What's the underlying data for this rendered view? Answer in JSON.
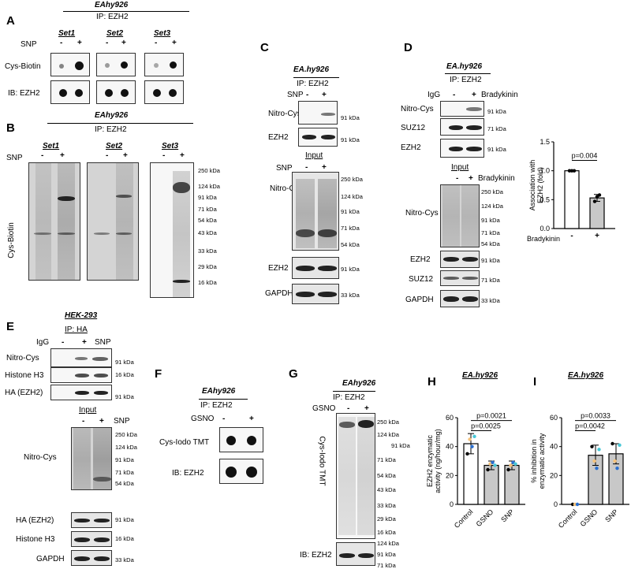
{
  "panels": {
    "A": {
      "letter": "A",
      "cell": "EAhy926",
      "ip": "IP:  EZH2",
      "treat": "SNP",
      "sets": [
        "Set1",
        "Set2",
        "Set3"
      ],
      "signs": [
        "-",
        "+"
      ],
      "rows": [
        "Cys-Biotin",
        "IB: EZH2"
      ]
    },
    "B": {
      "letter": "B",
      "cell": "EAhy926",
      "ip": "IP:  EZH2",
      "treat": "SNP",
      "sets": [
        "Set1",
        "Set2",
        "Set3"
      ],
      "signs": [
        "-",
        "+"
      ],
      "ylabel": "Cys-Biotin",
      "markers": [
        "250 kDa",
        "124 kDa",
        "91 kDa",
        "71 kDa",
        "54 kDa",
        "43 kDa",
        "33 kDa",
        "29 kDa",
        "16 kDa"
      ]
    },
    "C": {
      "letter": "C",
      "cell": "EA.hy926",
      "ip": "IP: EZH2",
      "treat": "SNP",
      "signs": [
        "-",
        "+"
      ],
      "rows": [
        "Nitro-Cys",
        "EZH2"
      ],
      "row_mw": [
        "91 kDa",
        "91 kDa"
      ],
      "input": "Input",
      "input_rows": [
        "Nitro-Cys",
        "EZH2",
        "GAPDH"
      ],
      "input_markers": [
        "250 kDa",
        "124 kDa",
        "91 kDa",
        "71 kDa",
        "54 kDa"
      ],
      "ezh2_mw": "91 kDa",
      "gapdh_mw": "33 kDa"
    },
    "D": {
      "letter": "D",
      "cell": "EA.hy926",
      "ip": "IP:  EZH2",
      "lanes": [
        "IgG",
        "-",
        "+"
      ],
      "treat": "Bradykinin",
      "rows": [
        "Nitro-Cys",
        "SUZ12",
        "EZH2"
      ],
      "row_mw": [
        "91 kDa",
        "71 kDa",
        "91 kDa"
      ],
      "input": "Input",
      "input_signs": [
        "-",
        "+"
      ],
      "input_rows": [
        "Nitro-Cys",
        "EZH2",
        "SUZ12",
        "GAPDH"
      ],
      "input_markers": [
        "250 kDa",
        "124 kDa",
        "91 kDa",
        "71 kDa",
        "54 kDa"
      ],
      "ezh2_mw": "91 kDa",
      "suz12_mw": "71 kDa",
      "gapdh_mw": "33 kDa"
    },
    "E": {
      "letter": "E",
      "cell": "HEK-293",
      "ip": "IP: HA",
      "lanes": [
        "IgG",
        "-",
        "+"
      ],
      "treat": "SNP",
      "rows": [
        "Nitro-Cys",
        "Histone H3",
        "HA (EZH2)"
      ],
      "row_mw": [
        "91 kDa",
        "16 kDa",
        "91 kDa"
      ],
      "input": "Input",
      "input_signs": [
        "-",
        "+"
      ],
      "input_rows": [
        "Nitro-Cys",
        "HA (EZH2)",
        "Histone H3",
        "GAPDH"
      ],
      "input_markers": [
        "250 kDa",
        "124 kDa",
        "91 kDa",
        "71 kDa",
        "54 kDa"
      ],
      "ha_mw": "91 kDa",
      "h3_mw": "16 kDa",
      "gapdh_mw": "33 kDa"
    },
    "F": {
      "letter": "F",
      "cell": "EAhy926",
      "ip": "IP:  EZH2",
      "treat": "GSNO",
      "signs": [
        "-",
        "+"
      ],
      "rows": [
        "Cys-Iodo TMT",
        "IB: EZH2"
      ]
    },
    "G": {
      "letter": "G",
      "cell": "EAhy926",
      "ip": "IP:  EZH2",
      "treat": "GSNO",
      "signs": [
        "-",
        "+"
      ],
      "ylabel": "Cys-Iodo TMT",
      "markers": [
        "250 kDa",
        "124 kDa",
        "91 kDa",
        "71 kDa",
        "54 kDa",
        "43 kDa",
        "33 kDa",
        "29 kDa",
        "16 kDa"
      ],
      "ib": "IB: EZH2",
      "ib_markers": [
        "124 kDa",
        "91 kDa",
        "71 kDa"
      ]
    },
    "H": {
      "letter": "H",
      "cell": "EA.hy926",
      "p1": "p=0.0021",
      "p2": "p=0.0025"
    },
    "I": {
      "letter": "I",
      "cell": "EA.hy926",
      "p1": "p=0.0033",
      "p2": "p=0.0042"
    }
  },
  "chart_data": [
    {
      "id": "D-inset",
      "type": "bar",
      "categories": [
        "-",
        "+"
      ],
      "xlabel": "Bradykinin",
      "ylabel": "Association with EZH2 (fold)",
      "ylim": [
        0,
        1.5
      ],
      "yticks": [
        "0.0",
        "0.5",
        "1.0",
        "1.5"
      ],
      "values": [
        1.0,
        0.53
      ],
      "errors": [
        0.0,
        0.06
      ],
      "points": [
        [
          1.0,
          1.0,
          1.0
        ],
        [
          0.47,
          0.55,
          0.58
        ]
      ],
      "annotation": "p=0.004"
    },
    {
      "id": "H",
      "type": "bar",
      "categories": [
        "Control",
        "GSNO",
        "SNP"
      ],
      "ylabel": "EZH2 enzymatic activity (ng/hour/mg)",
      "ylim": [
        0,
        60
      ],
      "yticks": [
        "0",
        "20",
        "40",
        "60"
      ],
      "values": [
        42,
        27,
        27
      ],
      "errors": [
        7,
        3,
        3
      ],
      "points": [
        [
          35,
          45,
          40,
          47
        ],
        [
          24,
          28,
          29,
          27
        ],
        [
          24,
          27,
          29,
          28
        ]
      ],
      "point_colors": [
        "#000000",
        "#f5c27a",
        "#2a6fcf",
        "#48c7d6"
      ],
      "annotations": [
        "p=0.0021",
        "p=0.0025"
      ]
    },
    {
      "id": "I",
      "type": "bar",
      "categories": [
        "Control",
        "GSNO",
        "SNP"
      ],
      "ylabel": "% inhibition in enzymatic activity",
      "ylim": [
        0,
        60
      ],
      "yticks": [
        "0",
        "20",
        "40",
        "60"
      ],
      "values": [
        0,
        34,
        35
      ],
      "errors": [
        0,
        7,
        7
      ],
      "points": [
        [
          0,
          0,
          0
        ],
        [
          40,
          30,
          25,
          38
        ],
        [
          42,
          30,
          25,
          41
        ]
      ],
      "point_colors": [
        "#000000",
        "#f5c27a",
        "#2a6fcf",
        "#48c7d6"
      ],
      "annotations": [
        "p=0.0033",
        "p=0.0042"
      ]
    }
  ]
}
